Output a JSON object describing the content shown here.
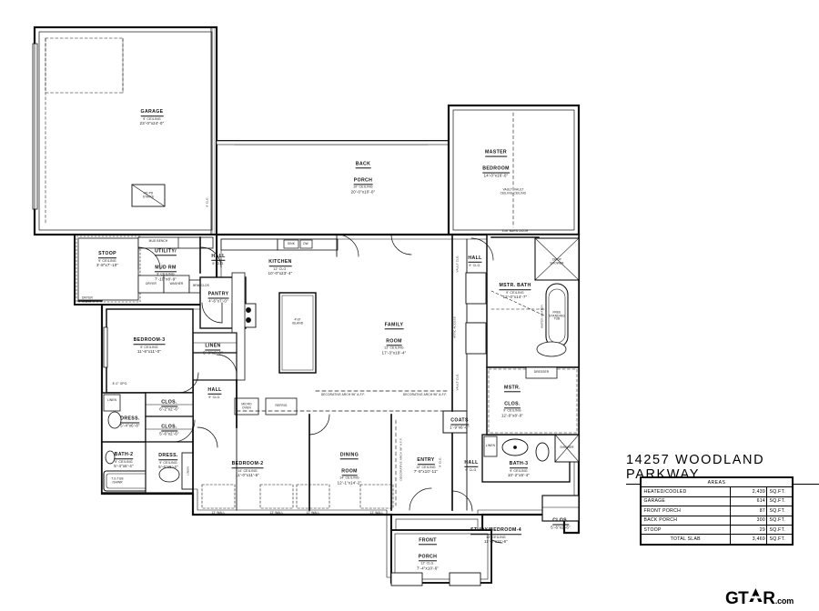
{
  "document": {
    "type": "architectural-floor-plan",
    "title": "14257  WOODLAND  PARKWAY"
  },
  "areas_table": {
    "header": "AREAS",
    "unit": "SQ.FT.",
    "rows": [
      {
        "label": "HEATED/COOLED",
        "value": "2,439"
      },
      {
        "label": "GARAGE",
        "value": "614"
      },
      {
        "label": "FRONT  PORCH",
        "value": "87"
      },
      {
        "label": "BACK  PORCH",
        "value": "300"
      },
      {
        "label": "STOOP",
        "value": "29"
      }
    ],
    "total": {
      "label": "TOTAL  SLAB",
      "value": "3,469"
    }
  },
  "watermark": {
    "brand": "GT",
    "brand_tail": "R",
    "suffix": ".com"
  },
  "rooms": [
    {
      "id": "garage",
      "name": "GARAGE",
      "ceiling": "9'  CEILING",
      "dims": "23'-0\"x24'-0\""
    },
    {
      "id": "back_porch",
      "name": "BACK",
      "name2": "PORCH",
      "ceiling": "10'  CEILING",
      "dims": "20'-0\"x10'-0\""
    },
    {
      "id": "master_bedroom",
      "name": "MASTER",
      "name2": "BEDROOM",
      "ceiling": "",
      "dims": "14'-0\"x16'-0\""
    },
    {
      "id": "stoop",
      "name": "STOOP",
      "ceiling": "9'  CEILING",
      "dims": "3'-8\"x7'-10\""
    },
    {
      "id": "utility",
      "name": "UTILITY/",
      "name2": "MUD  RM",
      "ceiling": "9'  CEILING",
      "dims": "7'-10\"x8'-9\""
    },
    {
      "id": "hall_1",
      "name": "HALL",
      "ceiling": "9'  CLG.",
      "dims": ""
    },
    {
      "id": "kitchen",
      "name": "KITCHEN",
      "ceiling": "12'  CLG.",
      "dims": "10'-0\"x23'-4\""
    },
    {
      "id": "pantry",
      "name": "PANTRY",
      "ceiling": "",
      "dims": "4'-6\"x7'-0\""
    },
    {
      "id": "bedroom_3",
      "name": "BEDROOM-3",
      "ceiling": "9'  CEILING",
      "dims": "11'-6\"x11'-0\""
    },
    {
      "id": "linen_1",
      "name": "LINEN",
      "ceiling": "",
      "dims": "5'-0\"x2'-0\""
    },
    {
      "id": "hall_2",
      "name": "HALL",
      "ceiling": "9'  CLG.",
      "dims": ""
    },
    {
      "id": "family_room",
      "name": "FAMILY",
      "name2": "ROOM",
      "ceiling": "12'  CEILING",
      "dims": "17'-3\"x19'-4\""
    },
    {
      "id": "bedroom_2",
      "name": "BEDROOM-2",
      "ceiling": "14'  CEILING",
      "dims": "11'-0\"x11'-6\""
    },
    {
      "id": "dining_room",
      "name": "DINING",
      "name2": "ROOM",
      "ceiling": "14'  CEILING",
      "dims": "12'-1\"x14'-2\""
    },
    {
      "id": "entry",
      "name": "ENTRY",
      "ceiling": "12'  CEILING",
      "dims": "7'-5\"x10'-11\""
    },
    {
      "id": "hall_3",
      "name": "HALL",
      "ceiling": "9'  CLG.",
      "dims": ""
    },
    {
      "id": "bath_3",
      "name": "BATH-3",
      "ceiling": "9'  CEILING",
      "dims": "10'-2\"x5'-4\""
    },
    {
      "id": "bath_2",
      "name": "BATH-2",
      "ceiling": "9'  CEILING",
      "dims": "5'-4\"x6'-4\""
    },
    {
      "id": "dress_1",
      "name": "DRESS.",
      "ceiling": "",
      "dims": "5'-4\"x6'-8\""
    },
    {
      "id": "dress_2",
      "name": "DRESS.",
      "ceiling": "9'  CEILING",
      "dims": "5'-6\"x6'-4\""
    },
    {
      "id": "clos_1",
      "name": "CLOS.",
      "ceiling": "",
      "dims": "6'-2\"x2'-6\""
    },
    {
      "id": "clos_2",
      "name": "CLOS.",
      "ceiling": "",
      "dims": "5'-6\"x2'-6\""
    },
    {
      "id": "mstr_bath",
      "name": "MSTR.  BATH",
      "ceiling": "9'  CEILING",
      "dims": "12'-0\"x14'-7\""
    },
    {
      "id": "mstr_clos",
      "name": "MSTR.",
      "name2": "CLOS.",
      "ceiling": "9'  CEILING",
      "dims": "12'-0\"x8'-0\""
    },
    {
      "id": "hall_4",
      "name": "HALL",
      "ceiling": "9'  CLG.",
      "dims": ""
    },
    {
      "id": "coats",
      "name": "COATS",
      "ceiling": "",
      "dims": "1'-9\"x6'-0\""
    },
    {
      "id": "clos_3",
      "name": "CLOS.",
      "ceiling": "",
      "dims": "5'-6\"x2'-6\""
    },
    {
      "id": "study",
      "name": "STUDY/BEDROOM-4",
      "ceiling": "13'  CEILING",
      "dims": "11'-0\"x11'-6\""
    },
    {
      "id": "front_porch",
      "name": "FRONT",
      "name2": "PORCH",
      "ceiling": "12'  CLG.",
      "dims": "7'-4\"x10'-6\""
    }
  ],
  "annotations": {
    "mud_bench": "MUD  BENCH",
    "dryer": "DRYER",
    "washer": "WASHER",
    "brm_clos": "BRM  CLOS",
    "dryer_vent": "DRYER\nVENT",
    "hd_pd_stairs": "HD  PD\nSTAIRS",
    "island": "4'x9'\nISLAND",
    "sink": "SINK",
    "dw": "DW",
    "micro_oven": "MICRO\nOVEN",
    "refrig": "REFRIG",
    "dresser": "DRESSER",
    "drop_shower": "DROP\nSHOWER",
    "free_standing_tub": "FREE\nSTANDING\nTUB",
    "linen_vert": "LINEN",
    "water_heater": "WATER\nHEATER",
    "tub_shwr": "T.G.TUB\n/SHWR",
    "decorative_arch_1": "DECORATIVE ARCH 96\" A.F.F.",
    "decorative_arch_2": "DECORATIVE ARCH 96\" A.F.F.",
    "decorative_arch_3": "DECORATIVE ARCH 96\" A.F.F.",
    "vault_ceiling": "VAULT   VAULT\nCEILING CEILING",
    "barn_door": "3'x8'  BARN  DOOR",
    "attic_access": "ATTIC ACCESS",
    "twelve_wall_1": "12'  WALL",
    "twelve_wall_2": "12'  WALL",
    "twelve_wall_3": "12'  WALL",
    "twelve_wall_4": "12'  WALL",
    "eight_opg": "8'-0\" OPG.",
    "clg_9": "9'  CLG.",
    "vault_clg_side": "VAULT  CLG."
  }
}
